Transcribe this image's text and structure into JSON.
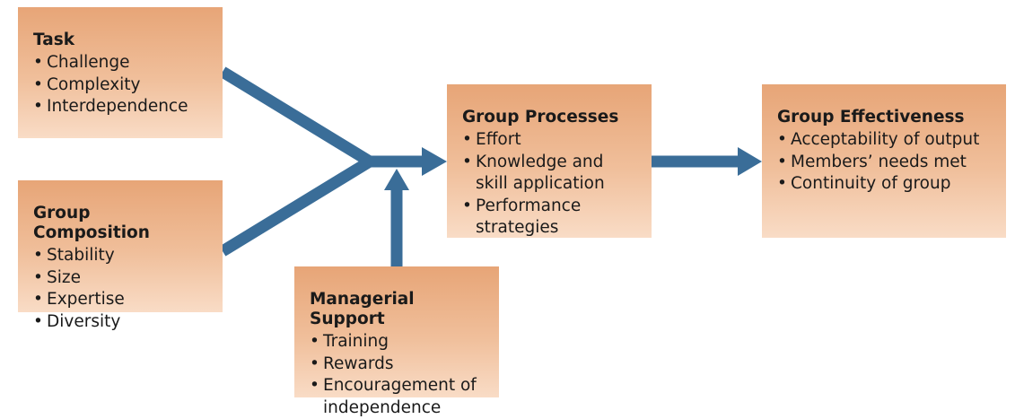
{
  "colors": {
    "arrow": "#3a6d98",
    "box_top": "#e7a577",
    "box_bottom": "#f9dcc6"
  },
  "boxes": {
    "task": {
      "title": "Task",
      "items": [
        "Challenge",
        "Complexity",
        "Interdependence"
      ]
    },
    "composition": {
      "title": "Group Composition",
      "items": [
        "Stability",
        "Size",
        "Expertise",
        "Diversity"
      ]
    },
    "managerial": {
      "title": "Managerial Support",
      "items": [
        "Training",
        "Rewards",
        "Encouragement of independence"
      ]
    },
    "processes": {
      "title": "Group Processes",
      "items": [
        "Effort",
        "Knowledge and skill application",
        "Performance strategies"
      ]
    },
    "effectiveness": {
      "title": "Group Effectiveness",
      "items": [
        "Acceptability of output",
        "Members’ needs met",
        "Continuity of group"
      ]
    }
  }
}
